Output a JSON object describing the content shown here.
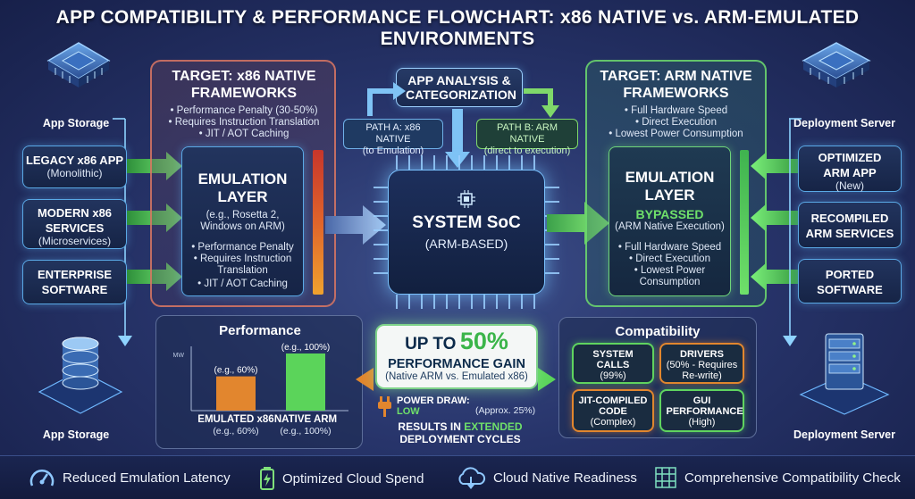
{
  "title": "APP COMPATIBILITY & PERFORMANCE FLOWCHART: x86 NATIVE vs. ARM-EMULATED ENVIRONMENTS",
  "left": {
    "storage_top": "App Storage",
    "storage_bottom": "App Storage",
    "apps": [
      {
        "title": "LEGACY x86 APP",
        "sub": "(Monolithic)"
      },
      {
        "title": "MODERN x86 SERVICES",
        "sub": "(Microservices)"
      },
      {
        "title": "ENTERPRISE SOFTWARE",
        "sub": ""
      }
    ]
  },
  "right": {
    "server_top": "Deployment Server",
    "server_bottom": "Deployment Server",
    "apps": [
      {
        "title": "OPTIMIZED ARM APP",
        "sub": "(New)"
      },
      {
        "title": "RECOMPILED ARM SERVICES",
        "sub": ""
      },
      {
        "title": "PORTED SOFTWARE",
        "sub": ""
      }
    ]
  },
  "x86_panel": {
    "title": "TARGET: x86 NATIVE FRAMEWORKS",
    "bullets": [
      "• Performance Penalty (30-50%)",
      "• Requires Instruction Translation",
      "• JIT / AOT Caching"
    ],
    "layer_title": "EMULATION LAYER",
    "layer_sub": "(e.g., Rosetta 2, Windows on ARM)",
    "layer_bullets": [
      "• Performance Penalty",
      "• Requires Instruction Translation",
      "• JIT / AOT Caching"
    ]
  },
  "arm_panel": {
    "title": "TARGET: ARM NATIVE FRAMEWORKS",
    "bullets": [
      "• Full Hardware Speed",
      "• Direct Execution",
      "• Lowest Power Consumption"
    ],
    "layer_title": "EMULATION LAYER",
    "layer_status": "BYPASSED",
    "layer_sub": "(ARM Native Execution)",
    "layer_bullets": [
      "• Full Hardware Speed",
      "• Direct Execution",
      "• Lowest Power Consumption"
    ]
  },
  "center": {
    "analysis": "APP ANALYSIS & CATEGORIZATION",
    "path_a": {
      "title": "PATH A: x86 NATIVE",
      "sub": "(to Emulation)"
    },
    "path_b": {
      "title": "PATH B: ARM NATIVE",
      "sub": "(direct to execution)"
    },
    "soc_title": "SYSTEM SoC",
    "soc_sub": "(ARM-BASED)"
  },
  "performance": {
    "title": "Performance",
    "axis_tick": "MW",
    "bar_labels": [
      "(e.g., 60%)",
      "(e.g., 100%)"
    ]
  },
  "chart_data": {
    "type": "bar",
    "title": "Performance",
    "categories": [
      "EMULATED x86",
      "NATIVE ARM"
    ],
    "category_subs": [
      "(e.g., 60%)",
      "(e.g., 100%)"
    ],
    "values": [
      60,
      100
    ],
    "ylim": [
      0,
      100
    ],
    "colors": [
      "#e2862e",
      "#5bd45a"
    ]
  },
  "gain": {
    "prefix": "UP TO",
    "value": "50%",
    "line2": "PERFORMANCE GAIN",
    "line3": "(Native ARM vs. Emulated x86)",
    "power_label": "POWER DRAW:",
    "power_value": "LOW",
    "power_note": "(Approx. 25%)",
    "results_prefix": "RESULTS IN",
    "results_highlight": "EXTENDED",
    "results_suffix": "DEPLOYMENT CYCLES"
  },
  "compat": {
    "title": "Compatibility",
    "cells": [
      {
        "title": "SYSTEM CALLS",
        "sub": "(99%)",
        "color": "#5fd45f"
      },
      {
        "title": "DRIVERS",
        "sub": "(50% - Requires Re-write)",
        "color": "#e2862e"
      },
      {
        "title": "JIT-COMPILED CODE",
        "sub": "(Complex)",
        "color": "#e2862e"
      },
      {
        "title": "GUI PERFORMANCE",
        "sub": "(High)",
        "color": "#5fd45f"
      }
    ]
  },
  "footer": [
    {
      "label": "Reduced Emulation Latency",
      "icon": "gauge-icon"
    },
    {
      "label": "Optimized Cloud Spend",
      "icon": "battery-icon"
    },
    {
      "label": "Cloud Native Readiness",
      "icon": "cloud-icon"
    },
    {
      "label": "Comprehensive Compatibility Check",
      "icon": "grid-check-icon"
    }
  ],
  "colors": {
    "accent_green": "#5bd45a",
    "accent_orange": "#e2862e",
    "accent_blue": "#5aa9e6",
    "background": "#27346a"
  }
}
